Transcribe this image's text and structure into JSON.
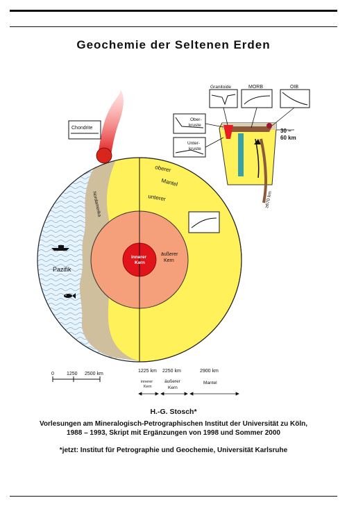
{
  "title": "Geochemie der Seltenen Erden",
  "figure": {
    "inset_labels": {
      "chondrite": "Chondrite",
      "granitoide": "Granitoide",
      "morb": "MORB",
      "oib": "OIB",
      "oberkruste_1": "Ober-",
      "oberkruste_2": "kruste",
      "unterkruste_1": "Unter-",
      "unterkruste_2": "kruste",
      "depth_1": "30 –",
      "depth_2": "60 km",
      "depth_deep": "≥670 km"
    },
    "earth_labels": {
      "nordamerika": "Nordamerika",
      "pazifik": "Pazifik",
      "oberer_1": "oberer",
      "mantel": "Mantel",
      "unterer": "unterer",
      "innerer_1": "innerer",
      "innerer_2": "Kern",
      "aeusserer_1": "äußerer",
      "aeusserer_2": "Kern"
    },
    "scale": {
      "tick_0": "0",
      "tick_1": "1250",
      "tick_2": "2500 km",
      "d1": "1225 km",
      "d2": "2250 km",
      "d3": "2900 km",
      "z1a": "innerer",
      "z1b": "Kern",
      "z2a": "äußerer",
      "z2b": "Kern",
      "z3": "Mantel"
    }
  },
  "author": "H.-G. Stosch*",
  "lecture_line1": "Vorlesungen am Mineralogisch-Petrographischen Institut der Universität zu Köln,",
  "lecture_line2": "1988 – 1993, Skript mit Ergänzungen von 1998 und Sommer 2000",
  "footnote": "*jetzt: Institut für Petrographie und Geochemie, Universität Karlsruhe"
}
